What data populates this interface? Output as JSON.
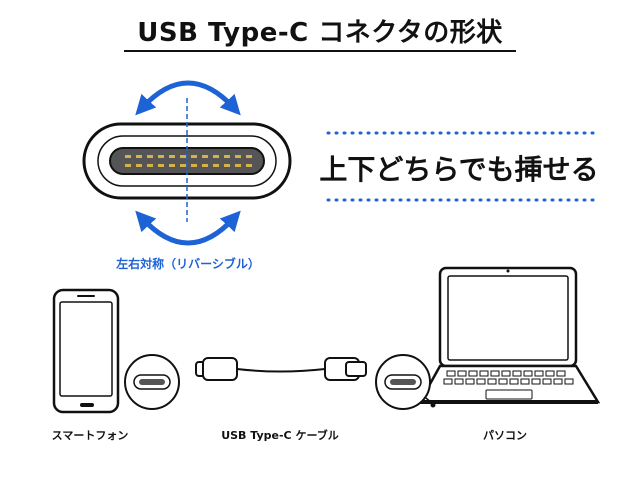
{
  "title": "USB Type-C コネクタの形状",
  "slogan": "上下どちらでも挿せる",
  "symmetry_label": "左右対称（リバーシブル）",
  "devices": {
    "smartphone": "スマートフォン",
    "cable": "USB Type-C ケーブル",
    "pc": "パソコン"
  },
  "colors": {
    "accent": "#1e63d6",
    "line": "#111111",
    "connector_fill": "#555555",
    "pin": "#d6b24a"
  },
  "icons": [
    "rotate-arrow-icon",
    "smartphone-icon",
    "laptop-icon",
    "usb-c-cable-icon",
    "usb-c-port-icon"
  ]
}
